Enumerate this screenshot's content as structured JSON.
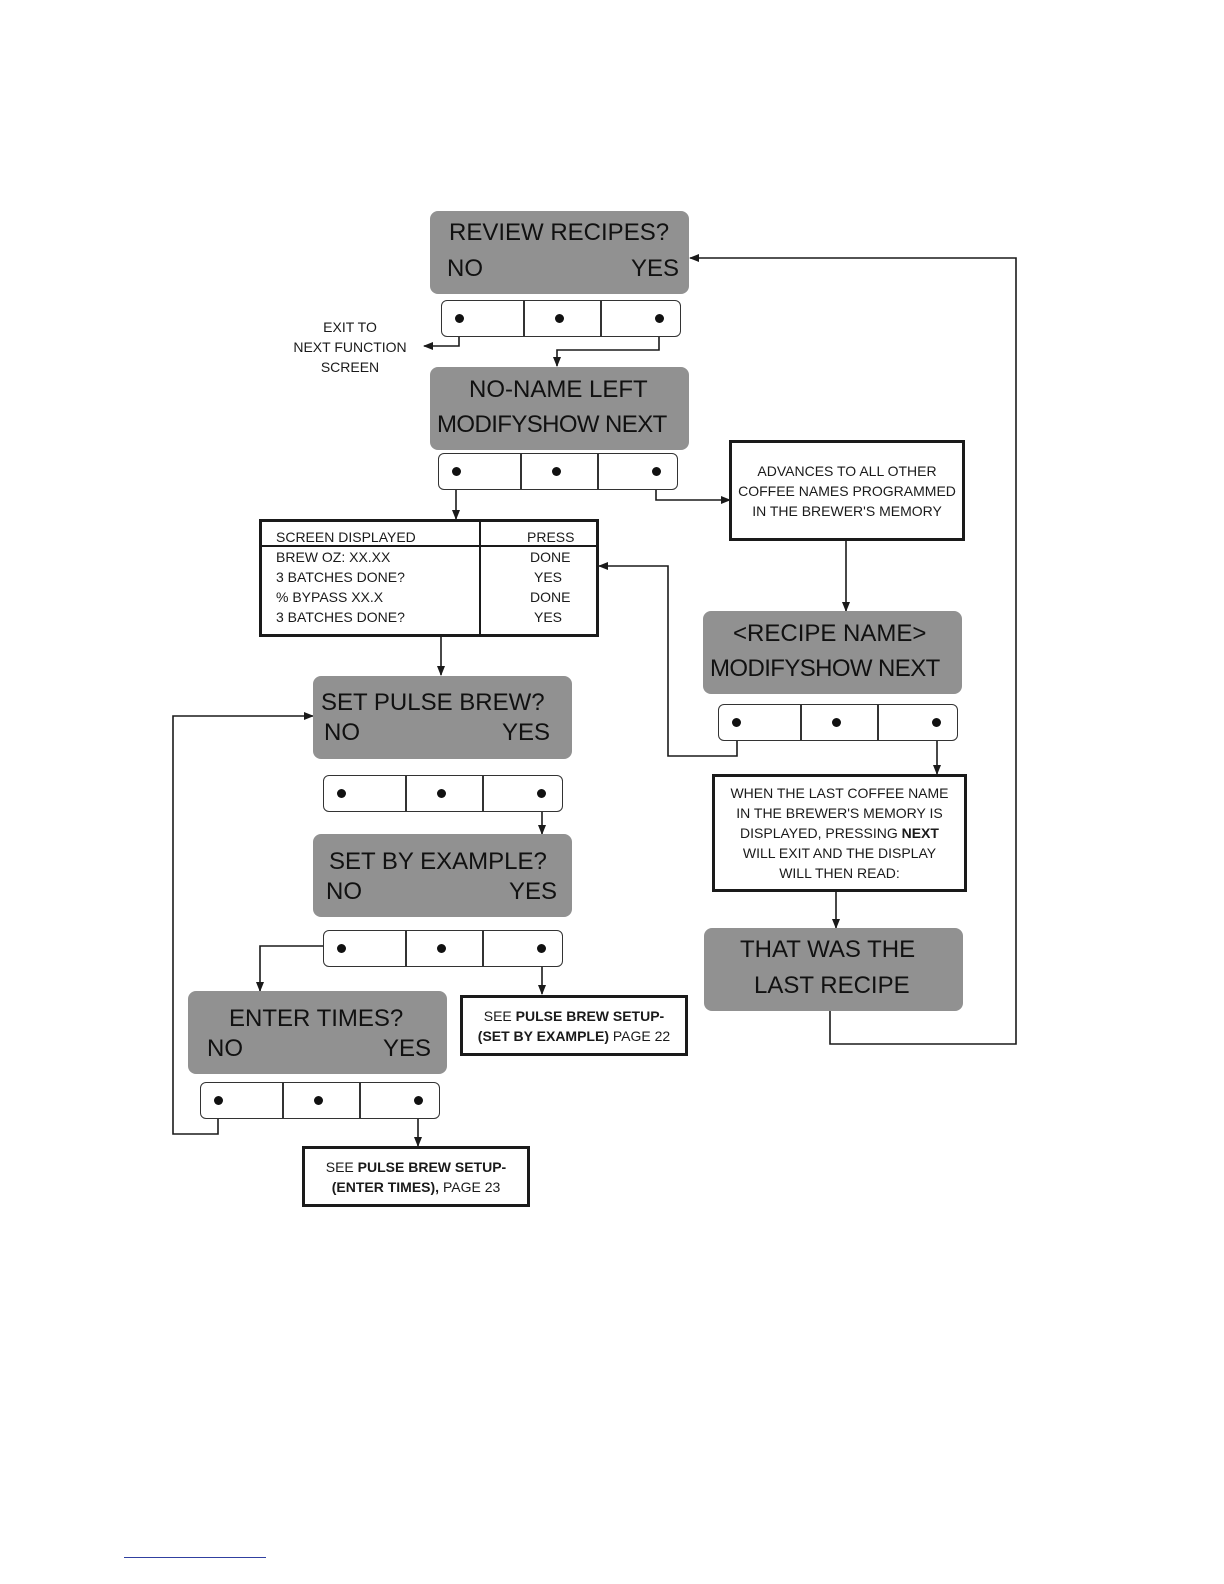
{
  "screens": {
    "review": {
      "line1": "REVIEW RECIPES?",
      "left": "NO",
      "right": "YES"
    },
    "noname": {
      "line1": "NO-NAME LEFT",
      "line2": "MODIFYSHOW NEXT"
    },
    "recipe": {
      "line1": "<RECIPE NAME>",
      "line2": "MODIFYSHOW NEXT"
    },
    "pulse": {
      "line1": "SET PULSE BREW?",
      "left": "NO",
      "right": "YES"
    },
    "example": {
      "line1": "SET BY EXAMPLE?",
      "left": "NO",
      "right": "YES"
    },
    "enter": {
      "line1": "ENTER TIMES?",
      "left": "NO",
      "right": "YES"
    },
    "last": {
      "line1": "THAT WAS THE",
      "line2": "LAST RECIPE"
    }
  },
  "notes": {
    "exit": [
      "EXIT TO",
      "NEXT FUNCTION",
      "SCREEN"
    ],
    "advances": [
      "ADVANCES TO ALL OTHER",
      "COFFEE NAMES PROGRAMMED",
      "IN THE BREWER'S MEMORY"
    ],
    "last_name": {
      "l1": "WHEN THE LAST COFFEE NAME",
      "l2": "IN THE BREWER'S MEMORY IS",
      "l3a": "DISPLAYED, PRESSING ",
      "l3b": "NEXT",
      "l4": "WILL EXIT AND THE DISPLAY",
      "l5": "WILL THEN READ:"
    },
    "example_ref": {
      "a": "SEE ",
      "b": "PULSE BREW SETUP-",
      "c": "(SET BY EXAMPLE)",
      "d": " PAGE  22"
    },
    "enter_ref": {
      "a": "SEE ",
      "b": "PULSE BREW SETUP-",
      "c": "(ENTER TIMES),",
      "d": " PAGE 23"
    }
  },
  "table": {
    "headers": [
      "SCREEN DISPLAYED",
      "PRESS"
    ],
    "rows": [
      [
        "BREW OZ: XX.XX",
        "DONE"
      ],
      [
        "3 BATCHES DONE?",
        "YES"
      ],
      [
        "% BYPASS XX.X",
        "DONE"
      ],
      [
        "3 BATCHES DONE?",
        "YES"
      ]
    ]
  },
  "colors": {
    "lcd": "#919191",
    "line": "#1a1a1a"
  }
}
